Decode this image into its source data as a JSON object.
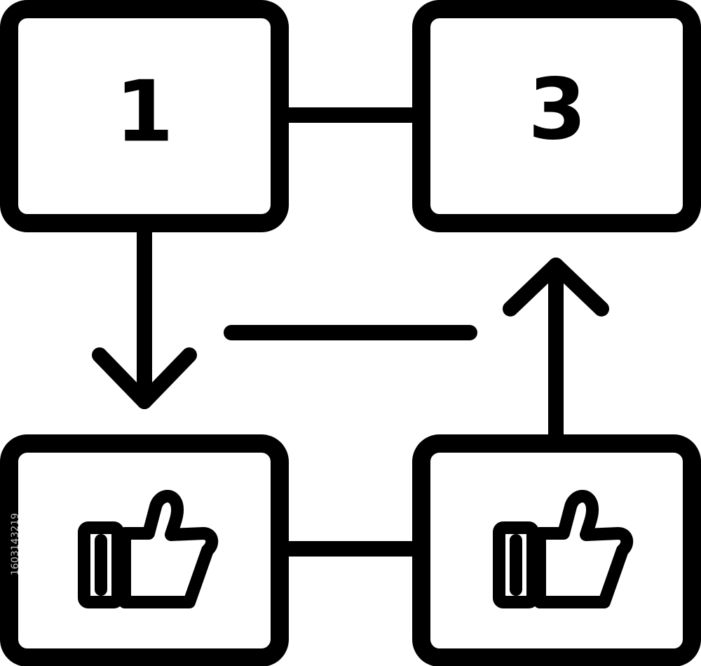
{
  "boxes": {
    "top_left": {
      "label": "1"
    },
    "top_right": {
      "label": "3"
    },
    "bottom_left": {
      "icon": "thumbs-up-icon"
    },
    "bottom_right": {
      "icon": "thumbs-up-icon"
    }
  },
  "connectors": {
    "down_arrow": "arrow-down-icon",
    "up_arrow": "arrow-up-icon"
  },
  "watermark": {
    "id_text": "1603143219"
  },
  "colors": {
    "stroke": "#000000",
    "background": "#ffffff"
  }
}
